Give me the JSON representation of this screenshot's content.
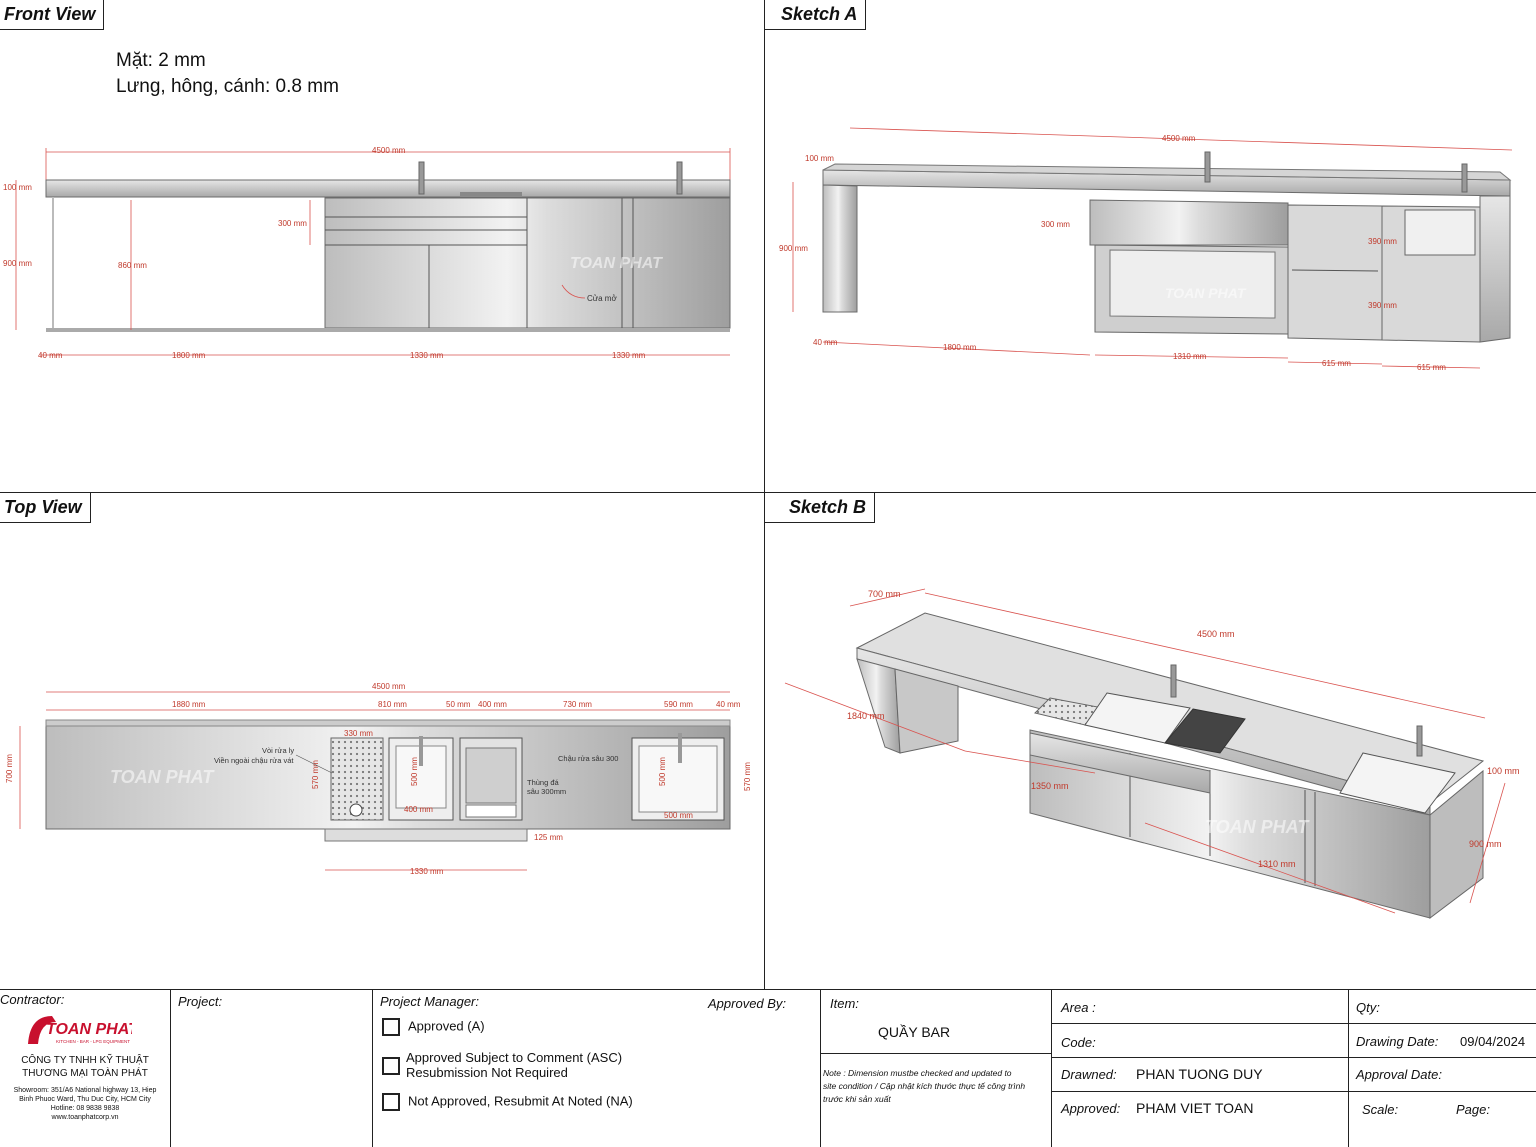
{
  "panels": {
    "front_view": {
      "title": "Front View",
      "spec_line1": "Mặt: 2 mm",
      "spec_line2": "Lưng, hông, cánh: 0.8 mm",
      "dims": {
        "total": "4500 mm",
        "top": "100 mm",
        "height": "900 mm",
        "inner_height": "860 mm",
        "drawer": "300 mm",
        "left_gap": "40 mm",
        "seg1": "1800 mm",
        "seg2": "1330 mm",
        "seg3": "1330 mm"
      },
      "door_label": "Cửa mở"
    },
    "sketch_a": {
      "title": "Sketch A",
      "dims": {
        "total": "4500 mm",
        "top": "100 mm",
        "height": "900 mm",
        "drawer": "300 mm",
        "left_gap": "40 mm",
        "seg1": "1800 mm",
        "seg2": "1310 mm",
        "seg3": "615 mm",
        "seg4": "615 mm",
        "shelf1": "390 mm",
        "shelf2": "390 mm"
      }
    },
    "top_view": {
      "title": "Top View",
      "dims": {
        "total": "4500 mm",
        "seg1": "1880 mm",
        "seg2": "810 mm",
        "seg3": "50 mm",
        "seg4": "400 mm",
        "seg5": "730 mm",
        "seg6": "590 mm",
        "seg7": "40 mm",
        "depth": "700 mm",
        "drain": "330 mm",
        "sink_depth": "570 mm",
        "sink_inner": "500 mm",
        "sink_w": "400 mm",
        "sink2_depth": "570 mm",
        "sink2_inner": "500 mm",
        "sink2_w": "500 mm",
        "front_drop": "125 mm",
        "bottom": "1330 mm"
      },
      "label_faucet": "Vòi rửa ly",
      "label_rim": "Viền ngoài chậu rửa vát",
      "label_bin1": "Thùng đá",
      "label_bin2": "sâu 300mm",
      "label_sink2": "Chậu rửa sâu 300"
    },
    "sketch_b": {
      "title": "Sketch B",
      "dims": {
        "depth": "700 mm",
        "total": "4500 mm",
        "left": "1840 mm",
        "mid": "1350 mm",
        "right": "1310 mm",
        "top": "100 mm",
        "height": "900 mm"
      }
    }
  },
  "watermark": "TOAN PHAT",
  "title_block": {
    "contractor_label": "Contractor:",
    "logo_text": "TOAN PHAT",
    "logo_sub": "KITCHEN - BAR - LPG EQUIPMENT",
    "company_line1": "CÔNG TY TNHH KỸ THUẬT",
    "company_line2": "THƯƠNG MẠI TOÀN PHÁT",
    "showroom1": "Showroom: 351/A6 National highway 13, Hiep",
    "showroom2": "Binh Phuoc Ward, Thu Duc City, HCM City",
    "hotline": "Hotline: 08 9838 9838",
    "website": "www.toanphatcorp.vn",
    "project_label": "Project:",
    "pm_label": "Project Manager:",
    "approved_by_label": "Approved By:",
    "opt1": "Approved (A)",
    "opt2a": "Approved Subject to Comment (ASC)",
    "opt2b": "Resubmission Not Required",
    "opt3": "Not Approved, Resubmit At Noted (NA)",
    "item_label": "Item:",
    "item_value": "QUẦY BAR",
    "note_line1": "Note : Dimension  mustbe checked  and updated to",
    "note_line2": "site condition / Cập nhật kích thước thực tế công trình",
    "note_line3": "trước khi sản xuất",
    "area_label": "Area :",
    "code_label": "Code:",
    "drawn_label": "Drawned:",
    "drawn_value": "PHAN TUONG DUY",
    "approved_label": "Approved:",
    "approved_value": "PHAM VIET TOAN",
    "qty_label": "Qty:",
    "drawing_date_label": "Drawing Date:",
    "drawing_date_value": "09/04/2024",
    "approval_date_label": "Approval Date:",
    "scale_label": "Scale:",
    "page_label": "Page:"
  }
}
